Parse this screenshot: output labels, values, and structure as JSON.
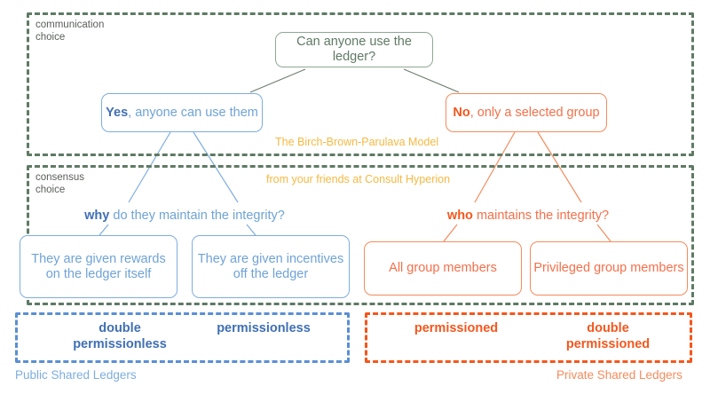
{
  "colors": {
    "root_stroke": "#8fa894",
    "root_text": "#5f7a64",
    "blue_stroke": "#7eaddf",
    "blue_text": "#6fa3d6",
    "blue_bold": "#3f6fb5",
    "orange_stroke": "#f58b5c",
    "orange_text": "#f4704a",
    "orange_bold": "#f4571d",
    "frame_dash": "#5f7a64",
    "annotation": "#f5b942"
  },
  "sections": [
    {
      "id": "communication",
      "label": "communication\nchoice"
    },
    {
      "id": "consensus",
      "label": "consensus\nchoice"
    }
  ],
  "root": {
    "text": "Can anyone use the ledger?"
  },
  "branches": [
    {
      "id": "yes",
      "keyword": "Yes",
      "rest": ", anyone can use them",
      "color": "blue"
    },
    {
      "id": "no",
      "keyword": "No",
      "rest": ", only a selected group",
      "color": "orange"
    }
  ],
  "questions": [
    {
      "id": "why",
      "keyword": "why",
      "rest": " do they maintain the integrity?",
      "color": "blue"
    },
    {
      "id": "who",
      "keyword": "who",
      "rest": " maintains the integrity?",
      "color": "orange"
    }
  ],
  "leaves": [
    {
      "id": "rewards-on-ledger",
      "text": "They are given rewards\non the ledger itself",
      "color": "blue"
    },
    {
      "id": "incentives-off-ledger",
      "text": "They are given incentives\noff the ledger",
      "color": "blue"
    },
    {
      "id": "all-group-members",
      "text": "All group members",
      "color": "orange"
    },
    {
      "id": "privileged-group-members",
      "text": "Privileged group members",
      "color": "orange"
    }
  ],
  "annotations": [
    {
      "id": "model-name",
      "text": "The Birch-Brown-Parulava Model"
    },
    {
      "id": "attribution",
      "text": "from your friends at Consult Hyperion"
    }
  ],
  "outcomes": {
    "public": {
      "family_label": "Public Shared Ledgers",
      "terms": [
        {
          "id": "double-permissionless",
          "text": "double\npermissionless"
        },
        {
          "id": "permissionless",
          "text": "permissionless"
        }
      ]
    },
    "private": {
      "family_label": "Private Shared Ledgers",
      "terms": [
        {
          "id": "permissioned",
          "text": "permissioned"
        },
        {
          "id": "double-permissioned",
          "text": "double\npermissioned"
        }
      ]
    }
  }
}
